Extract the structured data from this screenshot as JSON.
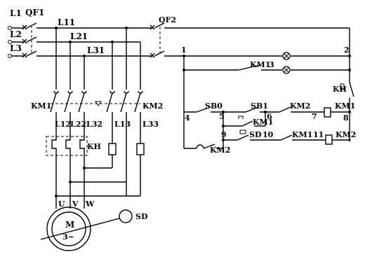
{
  "power": {
    "phases": [
      "L1",
      "L2",
      "L3"
    ],
    "breaker_main": "QF1",
    "buses": [
      "L11",
      "L21",
      "L31"
    ]
  },
  "contactors": {
    "km1": "KM1",
    "km2": "KM2",
    "lines": [
      "L12",
      "L22",
      "L32",
      "L13",
      "L33"
    ]
  },
  "overload": {
    "label": "KH"
  },
  "motor": {
    "terminals": [
      "U",
      "V",
      "W"
    ],
    "symbol": "M",
    "tilde": "3~",
    "sd": "SD"
  },
  "control": {
    "breaker": "QF2",
    "nodes": [
      "1",
      "2",
      "3",
      "4",
      "5",
      "6",
      "7",
      "8",
      "9",
      "10",
      "11"
    ],
    "sb0": "SB0",
    "sb1": "SB1",
    "sd": "SD",
    "kh": "KH",
    "km1": "KM1",
    "km2": "KM2"
  }
}
